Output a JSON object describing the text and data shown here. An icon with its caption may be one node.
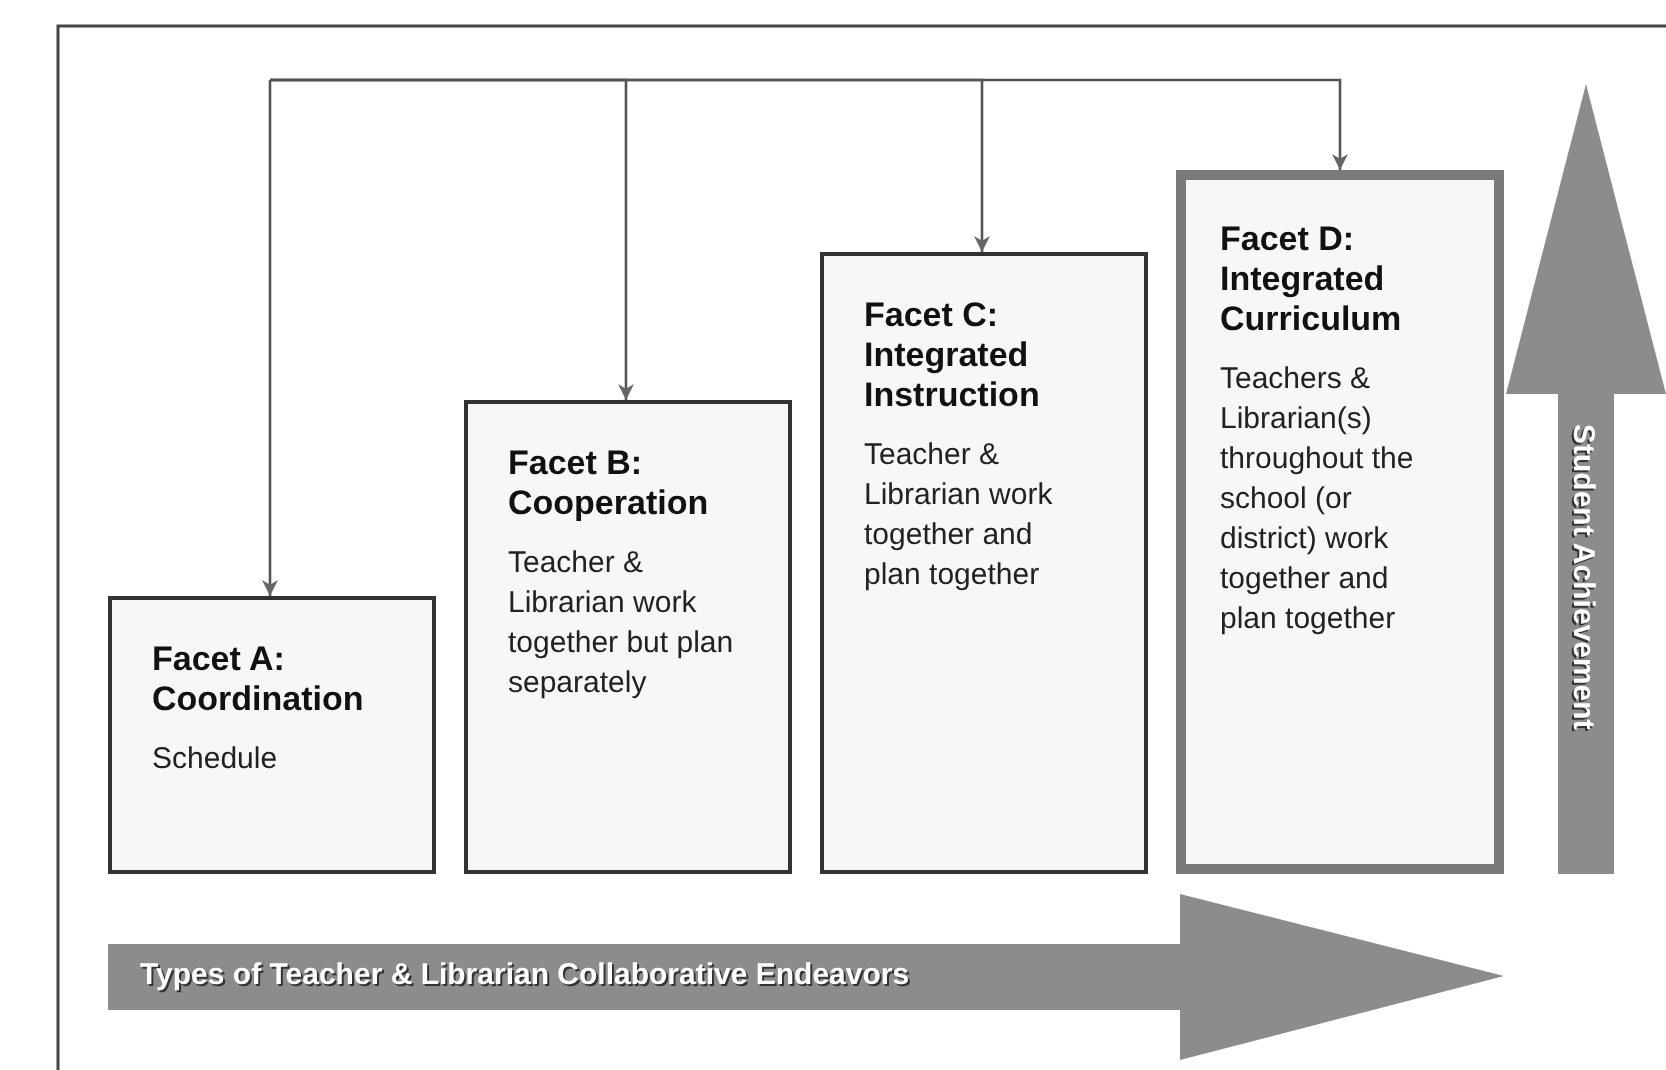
{
  "diagram": {
    "nodes": [
      {
        "text": [
          "Facet A: Coordination",
          "Schedule"
        ]
      },
      {
        "text": [
          "Facet B: Cooperation",
          "Teacher & Librarian work together but plan separately"
        ]
      },
      {
        "text": [
          "Facet C: Integrated Instruction",
          "Teacher & Librarian work together and plan together"
        ]
      },
      {
        "text": [
          "Facet D: Integrated Curriculum",
          "Teachers & Librarian(s) throughout the school (or district) work together and plan together"
        ]
      },
      {
        "text": [
          "Types of Teacher & Librarian Collaborative Endeavors"
        ]
      },
      {
        "text": [
          "Student Achievement"
        ]
      }
    ],
    "edges": [
      {
        "from": null,
        "to": 0,
        "arrow": "to"
      },
      {
        "from": null,
        "to": 1,
        "arrow": "to"
      },
      {
        "from": null,
        "to": 2,
        "arrow": "to"
      },
      {
        "from": null,
        "to": 3,
        "arrow": "to"
      }
    ]
  }
}
